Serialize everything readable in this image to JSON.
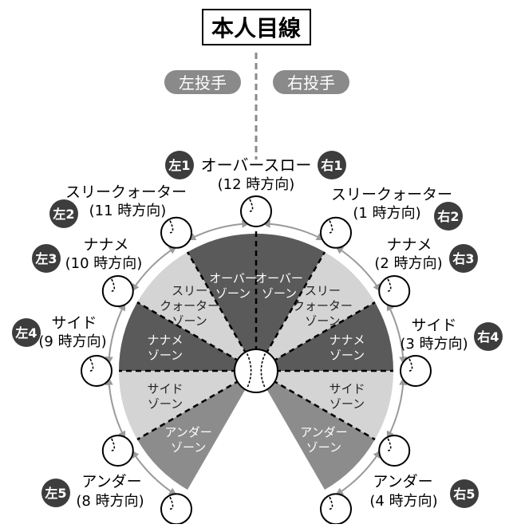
{
  "title": "本人目線",
  "pills": {
    "left": "左投手",
    "right": "右投手"
  },
  "zones": [
    {
      "id": "over",
      "label_lines": [
        "オーバー",
        "ゾーン"
      ],
      "shade": "dark"
    },
    {
      "id": "three-quarter",
      "label_lines": [
        "スリー",
        "クォーター",
        "ゾーン"
      ],
      "shade": "light"
    },
    {
      "id": "nanamae",
      "label_lines": [
        "ナナメ",
        "ゾーン"
      ],
      "shade": "dark"
    },
    {
      "id": "side",
      "label_lines": [
        "サイド",
        "ゾーン"
      ],
      "shade": "light"
    },
    {
      "id": "under",
      "label_lines": [
        "アンダー",
        "ゾーン"
      ],
      "shade": "medium"
    }
  ],
  "positions": [
    {
      "id": "left-1",
      "badge": "左1"
    },
    {
      "id": "right-1",
      "badge": "右1"
    },
    {
      "id": "left-2",
      "badge": "左2",
      "name": "スリークォーター",
      "dir": "(11 時方向)"
    },
    {
      "id": "right-2",
      "badge": "右2",
      "name": "スリークォーター",
      "dir": "(1 時方向)"
    },
    {
      "id": "left-3",
      "badge": "左3",
      "name": "ナナメ",
      "dir": "(10 時方向)"
    },
    {
      "id": "right-3",
      "badge": "右3",
      "name": "ナナメ",
      "dir": "(2 時方向)"
    },
    {
      "id": "left-4",
      "badge": "左4",
      "name": "サイド",
      "dir": "(9 時方向)"
    },
    {
      "id": "right-4",
      "badge": "右4",
      "name": "サイド",
      "dir": "(3 時方向)"
    },
    {
      "id": "left-5",
      "badge": "左5",
      "name": "アンダー",
      "dir": "(8 時方向)"
    },
    {
      "id": "right-5",
      "badge": "右5",
      "name": "アンダー",
      "dir": "(4 時方向)"
    }
  ],
  "top_label": {
    "name": "オーバースロー",
    "dir": "(12 時方向)"
  },
  "colors": {
    "dark": "#5a5a5a",
    "medium": "#8c8c8c",
    "light": "#d4d4d4",
    "badge": "#3d3d3d",
    "pill": "#8a8a8a",
    "arrow": "#9a9a9a"
  }
}
